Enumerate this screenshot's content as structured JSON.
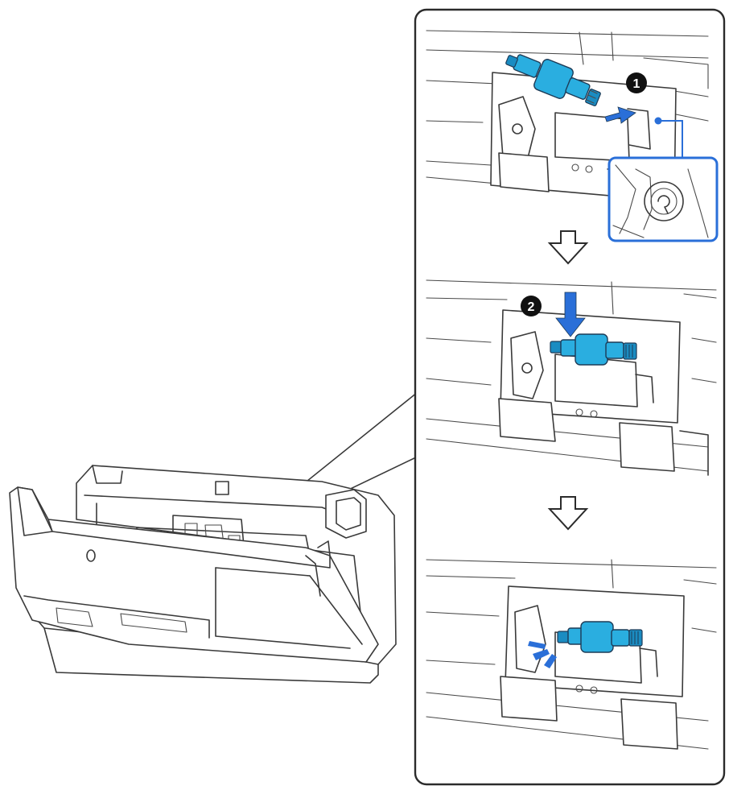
{
  "figure": {
    "step_markers": [
      {
        "id": "step-1",
        "label": "1"
      },
      {
        "id": "step-2",
        "label": "2"
      }
    ],
    "colors": {
      "roller": "#2aaee0",
      "roller_dark": "#1a8cc2",
      "arrow": "#2a6fd8",
      "callout_border": "#2a6fd8",
      "panel_border": "#2b2b2b",
      "line_art": "#3a3a3a"
    },
    "icons": [
      "down-arrow-icon",
      "right-arrow-icon",
      "pickup-roller-icon",
      "snap-lines-icon"
    ]
  }
}
